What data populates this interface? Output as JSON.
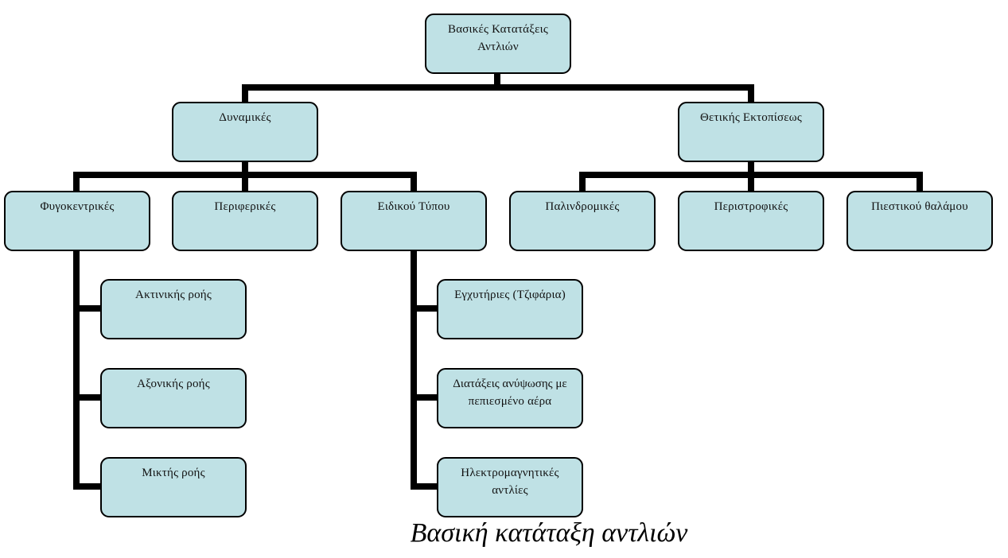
{
  "diagram": {
    "root": {
      "line1": "Βασικές Κατατάξεις",
      "line2": "Αντλιών"
    },
    "dynamic": "Δυναμικές",
    "positive": "Θετικής Εκτοπίσεως",
    "centrifugal": "Φυγοκεντρικές",
    "peripheral": "Περιφερικές",
    "special": "Ειδικού Τύπου",
    "reciprocating": "Παλινδρομικές",
    "rotary": "Περιστροφικές",
    "chamber": "Πιεστικού θαλάμου",
    "radial": "Ακτινικής ροής",
    "axial": "Αξονικής ροής",
    "mixed": "Μικτής ροής",
    "ejectors": "Εγχυτήριες (Τζιφάρια)",
    "airlift": {
      "line1": "Διατάξεις ανύψωσης με",
      "line2": "πεπιεσμένο αέρα"
    },
    "electromagnetic": {
      "line1": "Ηλεκτρομαγνητικές",
      "line2": "αντλίες"
    }
  },
  "caption": "Βασική κατάταξη αντλιών",
  "colors": {
    "box_fill": "#bfe1e5",
    "line": "#000000"
  }
}
